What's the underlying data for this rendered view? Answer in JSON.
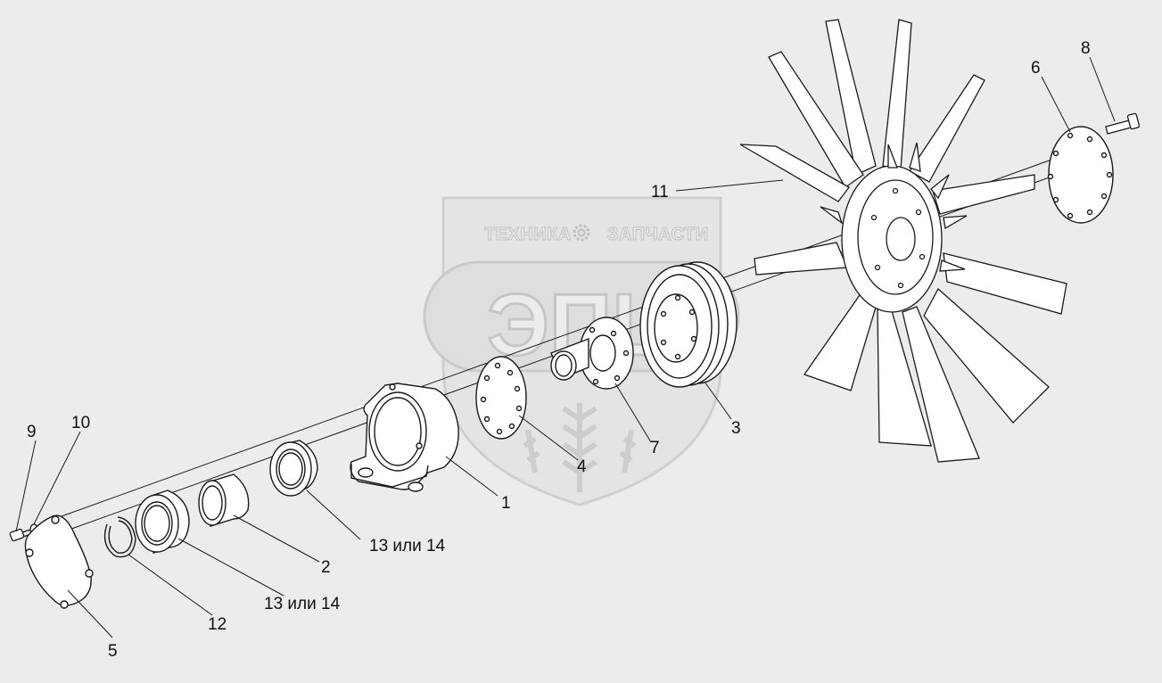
{
  "watermark": {
    "left_text": "ТЕХНИКА",
    "right_text": "ЗАПЧАСТИ",
    "center_icon": "gear-icon",
    "monogram": "ЭПЦ",
    "wheat_icon": "wheat-icon"
  },
  "callouts": {
    "c1": "1",
    "c2": "2",
    "c3": "3",
    "c4": "4",
    "c5": "5",
    "c6": "6",
    "c7": "7",
    "c8": "8",
    "c9": "9",
    "c10": "10",
    "c11": "11",
    "c12": "12",
    "c13a": "13 или 14",
    "c13b": "13 или 14"
  },
  "colors": {
    "background": "#ececec",
    "line": "#1a1a1a",
    "part_fill": "#ffffff",
    "watermark_fill": "#e2e2e2",
    "watermark_stroke": "#c8c8c8"
  }
}
